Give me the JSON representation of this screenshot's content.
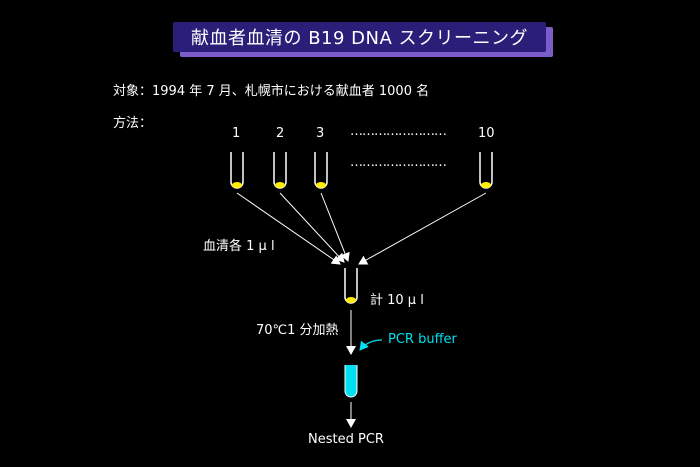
{
  "title": "献血者血清の B19 DNA スクリーニング",
  "subject_line": "対象：1994 年 7 月、札幌市における献血者 1000 名",
  "method_label": "方法：",
  "tube_numbers": [
    "1",
    "2",
    "3",
    "10"
  ],
  "dots": "……………………",
  "serum_each": "血清各 1 μ l",
  "total": "計 10 μ l",
  "heat_step": "70℃1 分加熱",
  "buffer_label": "PCR buffer",
  "result_label": "Nested PCR",
  "colors": {
    "title_bg": "#2a1e78",
    "title_shadow": "#7b5cc9",
    "serum": "#ffee00",
    "buffer": "#00e0f0"
  }
}
